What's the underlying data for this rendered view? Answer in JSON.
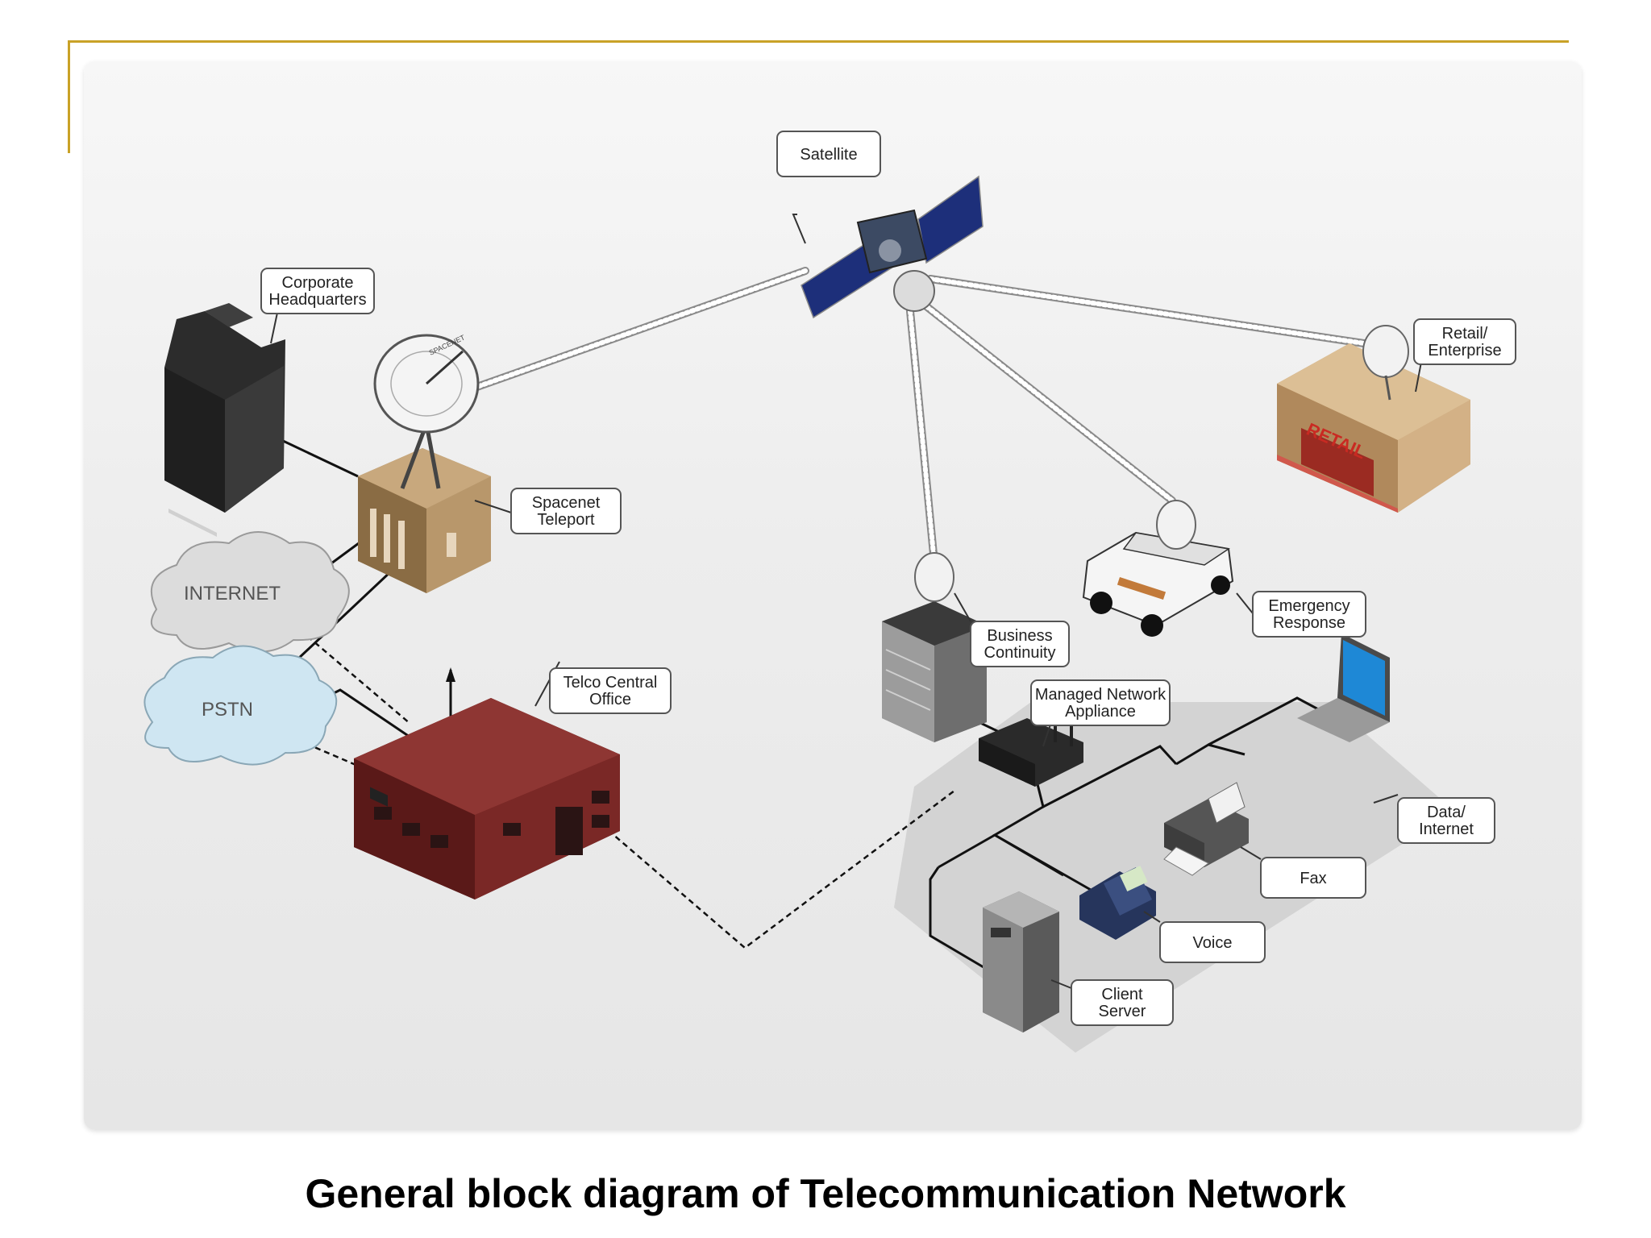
{
  "caption": "General block diagram of Telecommunication Network",
  "colors": {
    "accent": "#c9a227",
    "building_dark": "#2b2b2b",
    "telco_building": "#6e2220",
    "teleport": "#a8875d",
    "retail": "#c6a275",
    "internet_cloud": "#dcdcdc",
    "pstn_cloud": "#cfe6f2",
    "solar_panel": "#1d2f7a"
  },
  "labels": {
    "satellite": [
      "Satellite"
    ],
    "corporate_hq": [
      "Corporate",
      "Headquarters"
    ],
    "spacenet_teleport": [
      "Spacenet",
      "Teleport"
    ],
    "retail_enterprise": [
      "Retail/",
      "Enterprise"
    ],
    "emergency_response": [
      "Emergency",
      "Response"
    ],
    "business_continuity": [
      "Business",
      "Continuity"
    ],
    "telco_central_office": [
      "Telco Central",
      "Office"
    ],
    "managed_network_appliance": [
      "Managed Network",
      "Appliance"
    ],
    "data_internet": [
      "Data/",
      "Internet"
    ],
    "fax": [
      "Fax"
    ],
    "voice": [
      "Voice"
    ],
    "client_server": [
      "Client",
      "Server"
    ]
  },
  "clouds": {
    "internet": "INTERNET",
    "pstn": "PSTN"
  },
  "building_signs": {
    "retail": "RETAIL",
    "dish": "SPACENET"
  },
  "icons": [
    "satellite-icon",
    "office-tower-icon",
    "teleport-building-icon",
    "dish-antenna-icon",
    "retail-store-icon",
    "emergency-vehicle-icon",
    "business-server-icon",
    "telco-building-icon",
    "router-icon",
    "laptop-icon",
    "fax-machine-icon",
    "phone-icon",
    "server-tower-icon"
  ]
}
